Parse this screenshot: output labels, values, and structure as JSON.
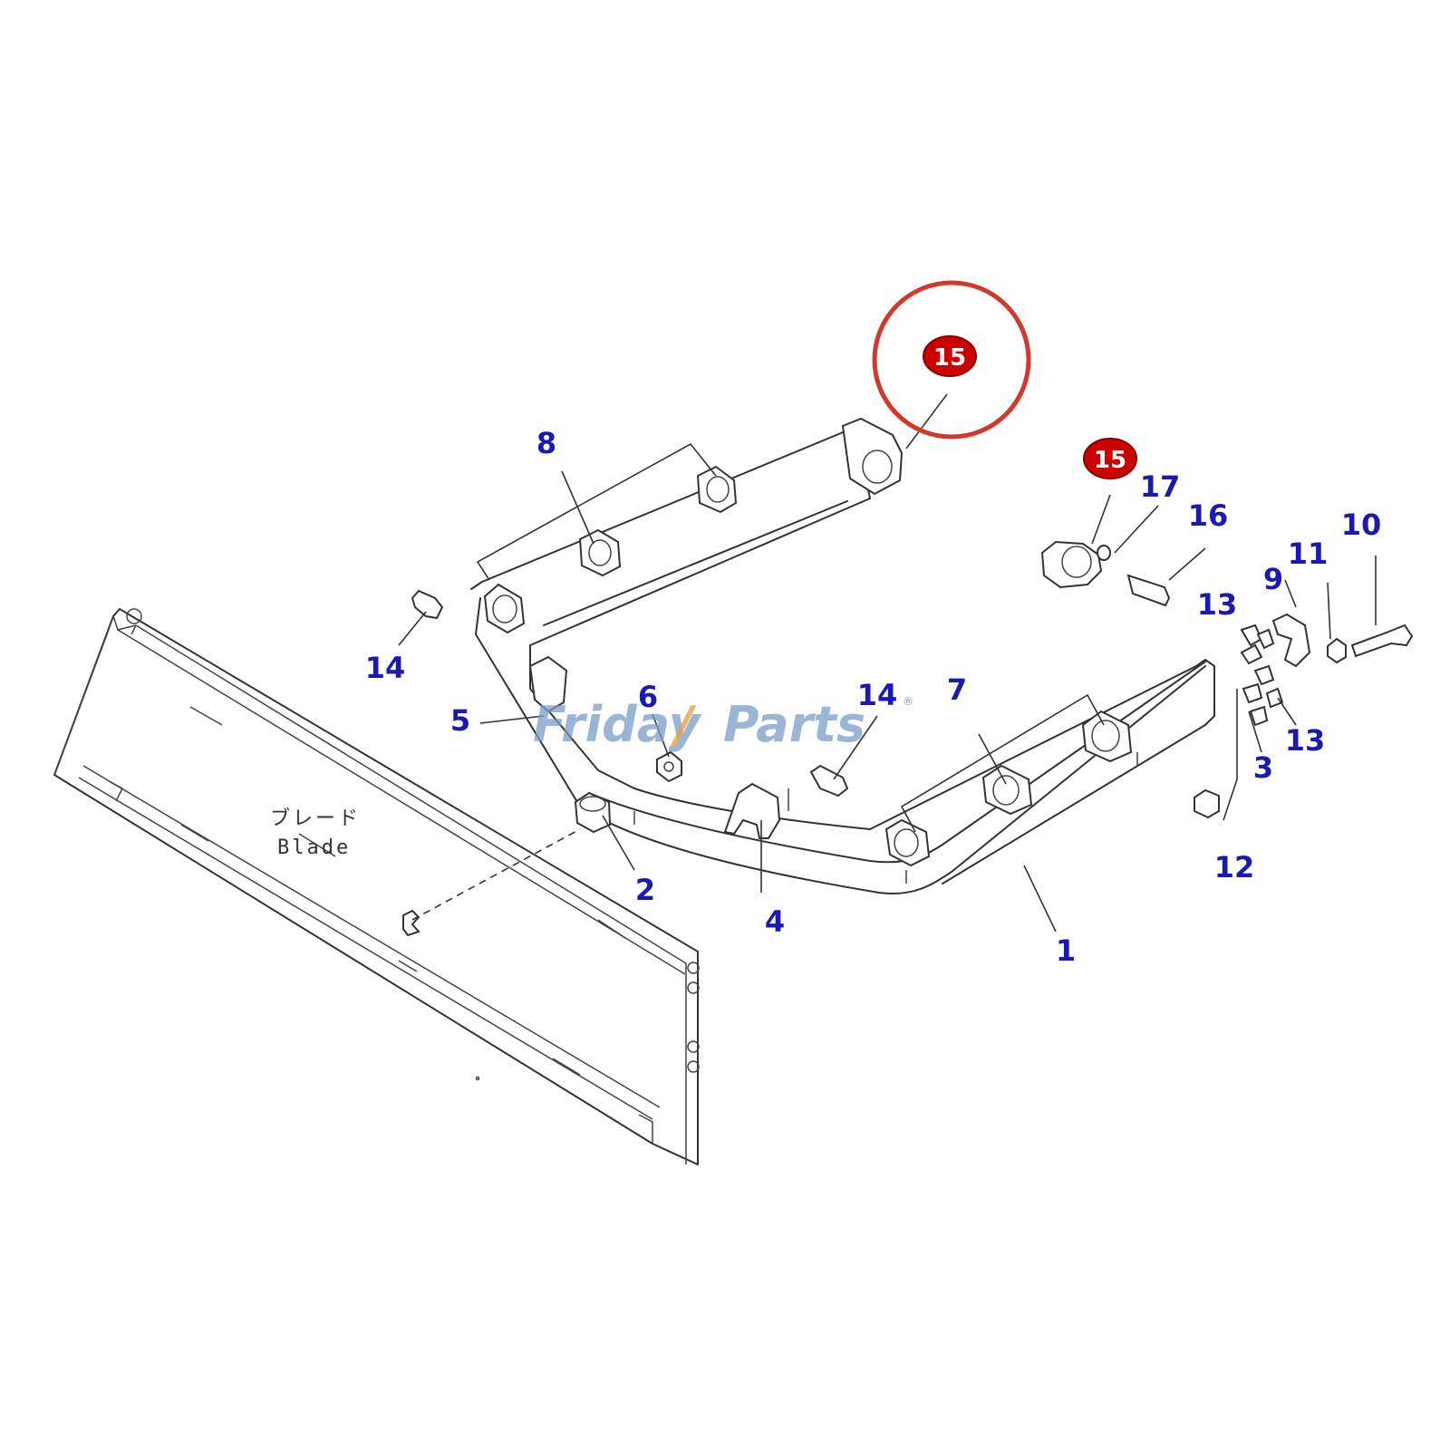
{
  "blade_label": {
    "jp": "ブレード",
    "en": "Blade"
  },
  "watermark": {
    "part1": "Friday",
    "part2": "Parts",
    "reg": "®"
  },
  "highlight": {
    "callout": "15",
    "color": "#cc0000"
  },
  "callouts": {
    "c1": "1",
    "c2": "2",
    "c3": "3",
    "c4": "4",
    "c5": "5",
    "c6": "6",
    "c7": "7",
    "c8": "8",
    "c9": "9",
    "c10": "10",
    "c11": "11",
    "c12": "12",
    "c13a": "13",
    "c13b": "13",
    "c14a": "14",
    "c14b": "14",
    "c15a": "15",
    "c15b": "15",
    "c16": "16",
    "c17": "17"
  },
  "colors": {
    "callout_text": "#1a1ab0",
    "badge": "#cc0000",
    "line": "#333333"
  }
}
